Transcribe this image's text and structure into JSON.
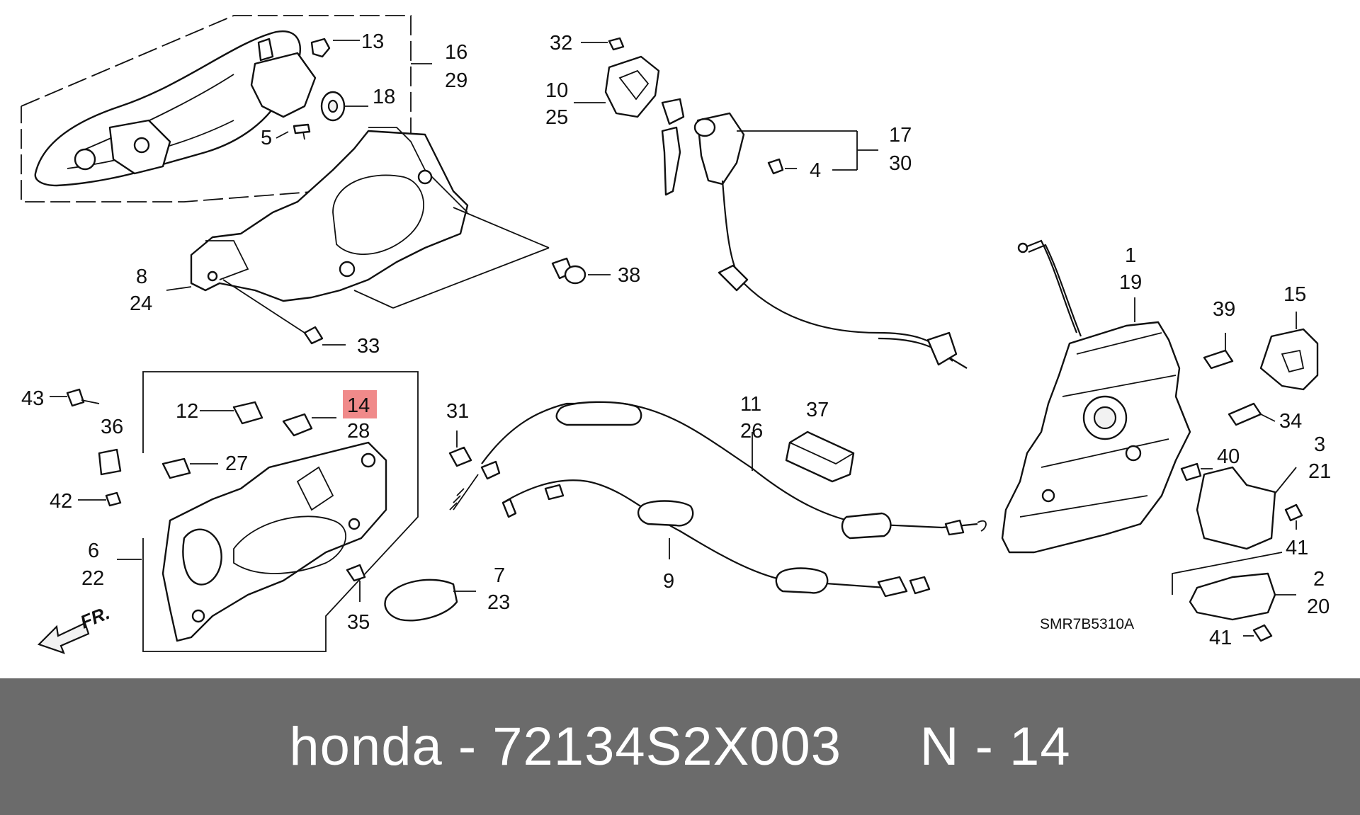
{
  "diagram": {
    "labels": {
      "l13": "13",
      "l16": "16",
      "l29": "29",
      "l18": "18",
      "l5": "5",
      "l8": "8",
      "l24": "24",
      "l38": "38",
      "l33": "33",
      "l32": "32",
      "l10": "10",
      "l25": "25",
      "l17": "17",
      "l30": "30",
      "l4": "4",
      "l1": "1",
      "l19": "19",
      "l39": "39",
      "l15": "15",
      "l34": "34",
      "l3": "3",
      "l21": "21",
      "l40": "40",
      "l41a": "41",
      "l2": "2",
      "l20": "20",
      "l41b": "41",
      "l43": "43",
      "l36": "36",
      "l42": "42",
      "l6": "6",
      "l22": "22",
      "l12": "12",
      "l14": "14",
      "l28": "28",
      "l27": "27",
      "l35": "35",
      "l31": "31",
      "l11": "11",
      "l26": "26",
      "l37": "37",
      "l7": "7",
      "l23": "23",
      "l9": "9"
    },
    "highlight_color": "#f08a8a",
    "diagram_code": "SMR7B5310A",
    "direction_label": "FR."
  },
  "footer": {
    "text": "honda - 72134S2X003     N - 14",
    "background": "#6b6b6b",
    "text_color": "#ffffff"
  }
}
